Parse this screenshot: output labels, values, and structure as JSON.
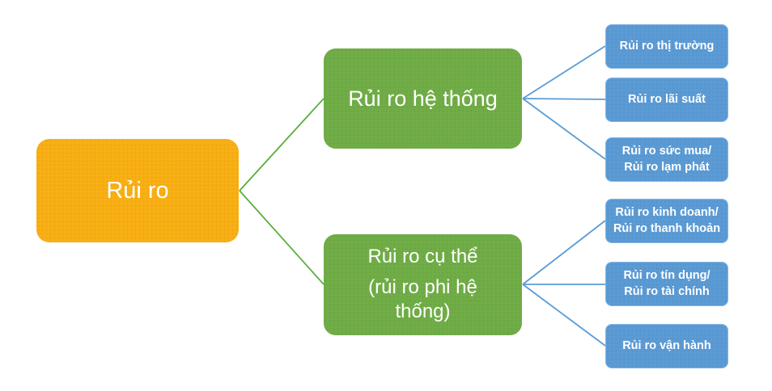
{
  "colors": {
    "root_fill": "#F9B014",
    "branch_fill": "#70AD47",
    "leaf_fill": "#5B9BD5",
    "branch_connector": "#5BAE3C",
    "leaf_connector": "#5B9BD5",
    "text": "#FFFFFF",
    "background": "#FFFFFF"
  },
  "root": {
    "label": "Rủi ro"
  },
  "branches": [
    {
      "label_lines": [
        "Rủi ro hệ thống"
      ],
      "leaves": [
        {
          "lines": [
            "Rủi ro thị trường"
          ]
        },
        {
          "lines": [
            "Rủi ro lãi suất"
          ]
        },
        {
          "lines": [
            "Rủi ro sức mua/",
            "Rủi ro lạm phát"
          ]
        }
      ]
    },
    {
      "label_lines": [
        "Rủi ro cụ thể",
        "(rủi ro phi hệ thống)"
      ],
      "leaves": [
        {
          "lines": [
            "Rủi ro kinh doanh/",
            "Rủi ro thanh khoản"
          ]
        },
        {
          "lines": [
            "Rủi ro tín dụng/",
            "Rủi ro tài chính"
          ]
        },
        {
          "lines": [
            "Rủi ro vận hành"
          ]
        }
      ]
    }
  ]
}
